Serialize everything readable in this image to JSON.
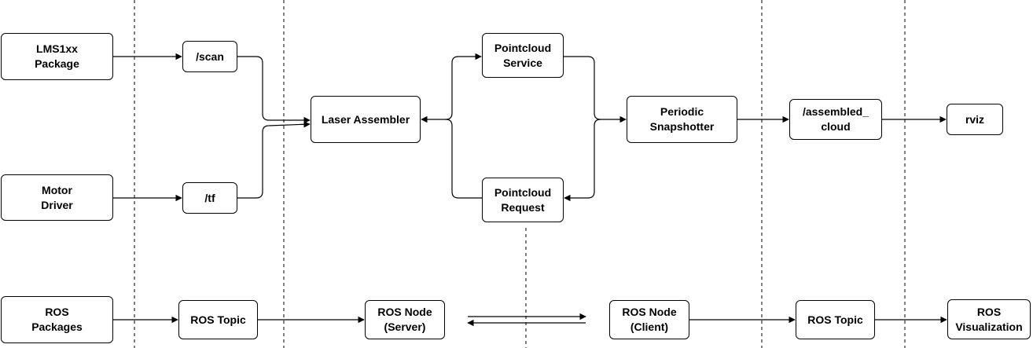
{
  "nodes": {
    "lms": "LMS1xx\nPackage",
    "motor": "Motor\nDriver",
    "scan": "/scan",
    "tf": "/tf",
    "laser_assembler": "Laser Assembler",
    "pointcloud_service": "Pointcloud\nService",
    "pointcloud_request": "Pointcloud\nRequest",
    "periodic_snapshotter": "Periodic\nSnapshotter",
    "assembled_cloud": "/assembled_\ncloud",
    "rviz": "rviz"
  },
  "legend": {
    "ros_packages": "ROS\nPackages",
    "ros_topic_1": "ROS Topic",
    "ros_node_server": "ROS Node\n(Server)",
    "ros_node_client": "ROS Node\n(Client)",
    "ros_topic_2": "ROS Topic",
    "ros_visualization": "ROS\nVisualization"
  }
}
